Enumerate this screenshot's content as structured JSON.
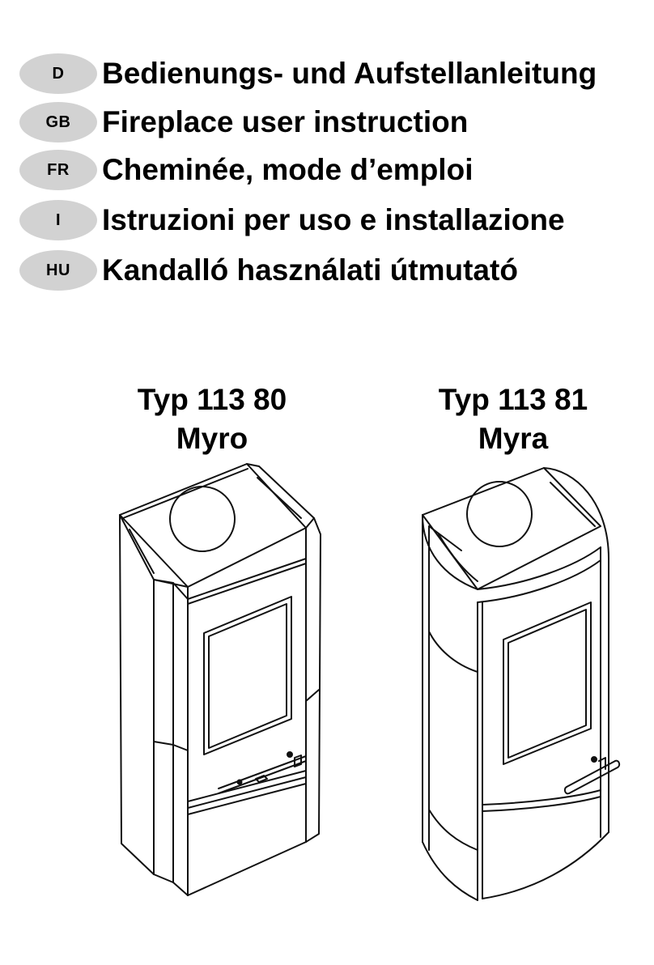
{
  "languages": [
    {
      "code": "D",
      "title": "Bedienungs- und Aufstellanleitung"
    },
    {
      "code": "GB",
      "title": "Fireplace user instruction"
    },
    {
      "code": "FR",
      "title": "Cheminée, mode d’emploi"
    },
    {
      "code": "I",
      "title": "Istruzioni per uso e installazione"
    },
    {
      "code": "HU",
      "title": "Kandalló használati útmutató"
    }
  ],
  "models": [
    {
      "type": "Typ 113 80",
      "name": "Myro"
    },
    {
      "type": "Typ 113 81",
      "name": "Myra"
    }
  ]
}
